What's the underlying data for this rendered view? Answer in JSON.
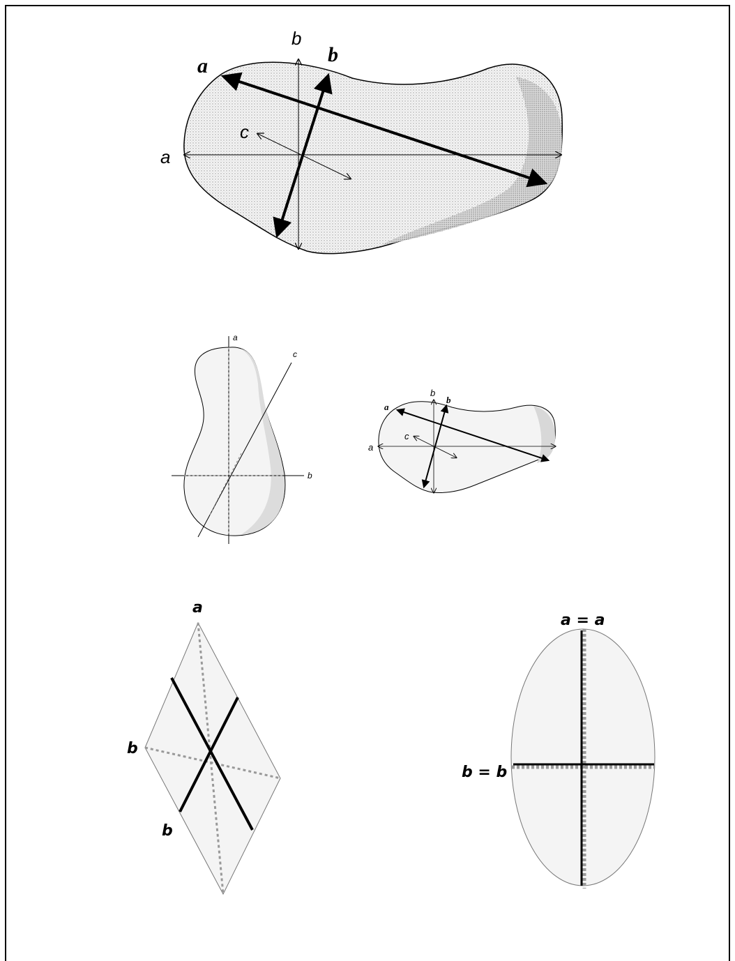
{
  "colors": {
    "line": "#000000",
    "fill_light": "#f3f3f3",
    "fill_shade": "#cfcfcf",
    "dotted": "#999999",
    "stipple": "#bdbdbd"
  },
  "figure1": {
    "label_a_thin": "a",
    "label_b_thin": "b",
    "label_c": "c",
    "label_a_bold": "a",
    "label_b_bold": "b"
  },
  "figure2": {
    "label_a": "a",
    "label_b": "b",
    "label_c": "c"
  },
  "figure3": {
    "label_a_thin": "a",
    "label_b_thin": "b",
    "label_c": "c",
    "label_a_bold": "a",
    "label_b_bold": "b"
  },
  "figure4": {
    "label_a": "a",
    "label_b_left": "b",
    "label_b_lower": "b"
  },
  "figure5": {
    "label_top": "a = a",
    "label_left": "b = b"
  }
}
